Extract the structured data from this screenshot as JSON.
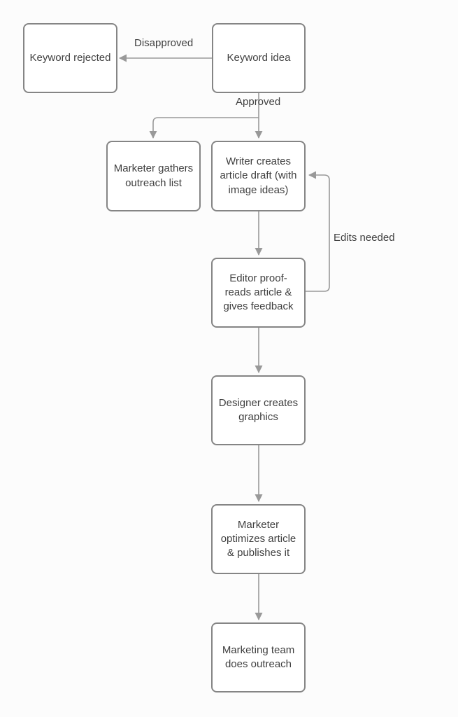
{
  "diagram": {
    "type": "flowchart",
    "nodes": [
      {
        "id": "keyword-rejected",
        "label": "Keyword rejected"
      },
      {
        "id": "keyword-idea",
        "label": "Keyword idea"
      },
      {
        "id": "marketer-gathers-outreach",
        "label": "Marketer gathers outreach list"
      },
      {
        "id": "writer-creates-draft",
        "label": "Writer creates article draft (with image ideas)"
      },
      {
        "id": "editor-proofreads",
        "label": "Editor proof-reads article & gives feedback"
      },
      {
        "id": "designer-creates-graphics",
        "label": "Designer creates graphics"
      },
      {
        "id": "marketer-optimizes-publishes",
        "label": "Marketer optimizes article & publishes it"
      },
      {
        "id": "marketing-team-outreach",
        "label": "Marketing team does outreach"
      }
    ],
    "edges": [
      {
        "from": "keyword-idea",
        "to": "keyword-rejected",
        "label": "Disapproved"
      },
      {
        "from": "keyword-idea",
        "to": "writer-creates-draft",
        "label": "Approved"
      },
      {
        "from": "keyword-idea",
        "to": "marketer-gathers-outreach",
        "label": ""
      },
      {
        "from": "writer-creates-draft",
        "to": "editor-proofreads",
        "label": ""
      },
      {
        "from": "editor-proofreads",
        "to": "writer-creates-draft",
        "label": "Edits needed"
      },
      {
        "from": "editor-proofreads",
        "to": "designer-creates-graphics",
        "label": ""
      },
      {
        "from": "designer-creates-graphics",
        "to": "marketer-optimizes-publishes",
        "label": ""
      },
      {
        "from": "marketer-optimizes-publishes",
        "to": "marketing-team-outreach",
        "label": ""
      }
    ],
    "colors": {
      "background": "#fcfcfc",
      "node_fill": "#ffffff",
      "border": "#858585",
      "line": "#999999",
      "text": "#3f3f3f"
    }
  }
}
